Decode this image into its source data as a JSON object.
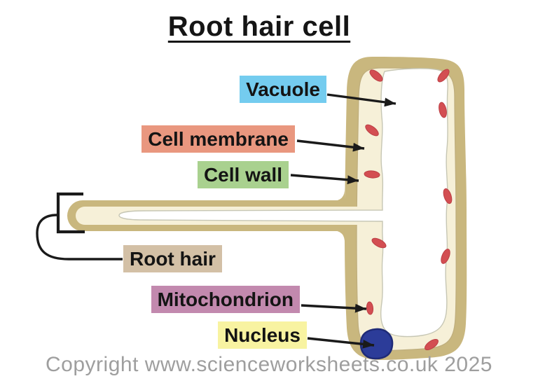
{
  "title": "Root hair cell",
  "labels": [
    {
      "id": "vacuole",
      "text": "Vacuole",
      "bg": "#74CCEF"
    },
    {
      "id": "cell-membrane",
      "text": "Cell membrane",
      "bg": "#E9977F"
    },
    {
      "id": "cell-wall",
      "text": "Cell wall",
      "bg": "#A9D18F"
    },
    {
      "id": "root-hair",
      "text": "Root hair",
      "bg": "#D3C0A6"
    },
    {
      "id": "mitochondrion",
      "text": "Mitochondrion",
      "bg": "#C289AE"
    },
    {
      "id": "nucleus",
      "text": "Nucleus",
      "bg": "#F8F3A1"
    }
  ],
  "copyright": {
    "text": "Copyright www.scienceworksheets.co.uk 2025",
    "color": "#9E9E9E"
  },
  "diagram": {
    "subject": "root hair cell",
    "mitochondria_count": 10,
    "colors": {
      "cell_wall": "#C9B77E",
      "cytoplasm": "#F6F0D8",
      "membrane_line": "#BFAE7D",
      "vacuole_fill": "#FFFFFF",
      "vacuole_outline": "#C6C6B4",
      "mitochondrion": "#D34E52",
      "mitochondrion_outline": "#BC3F45",
      "nucleus_fill": "#2C3C99",
      "nucleus_outline": "#1F2B77",
      "arrow": "#1A1A1A"
    }
  }
}
